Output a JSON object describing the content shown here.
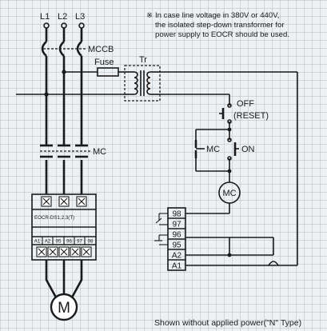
{
  "phases": [
    "L1",
    "L2",
    "L3"
  ],
  "labels": {
    "mccb": "MCCB",
    "fuse": "Fuse",
    "transformer": "Tr",
    "off_reset": [
      "OFF",
      "(RESET)"
    ],
    "mc_aux": "MC",
    "on": "ON",
    "mc_coil": "MC",
    "mc_main": "MC",
    "relay_name": "EOCR-DS1,2,3(T)",
    "relay_terminals": [
      "A1",
      "A2",
      "95",
      "96",
      "97",
      "98"
    ],
    "motor": "M"
  },
  "terminal_block": [
    "98",
    "97",
    "96",
    "95",
    "A2",
    "A1"
  ],
  "note": {
    "marker": "※",
    "lines": [
      "In case line voltage in 380V or 440V,",
      "the isolated step-down transformer for",
      "power supply to EOCR should be used."
    ]
  },
  "caption": "Shown without applied power(\"N\" Type)"
}
